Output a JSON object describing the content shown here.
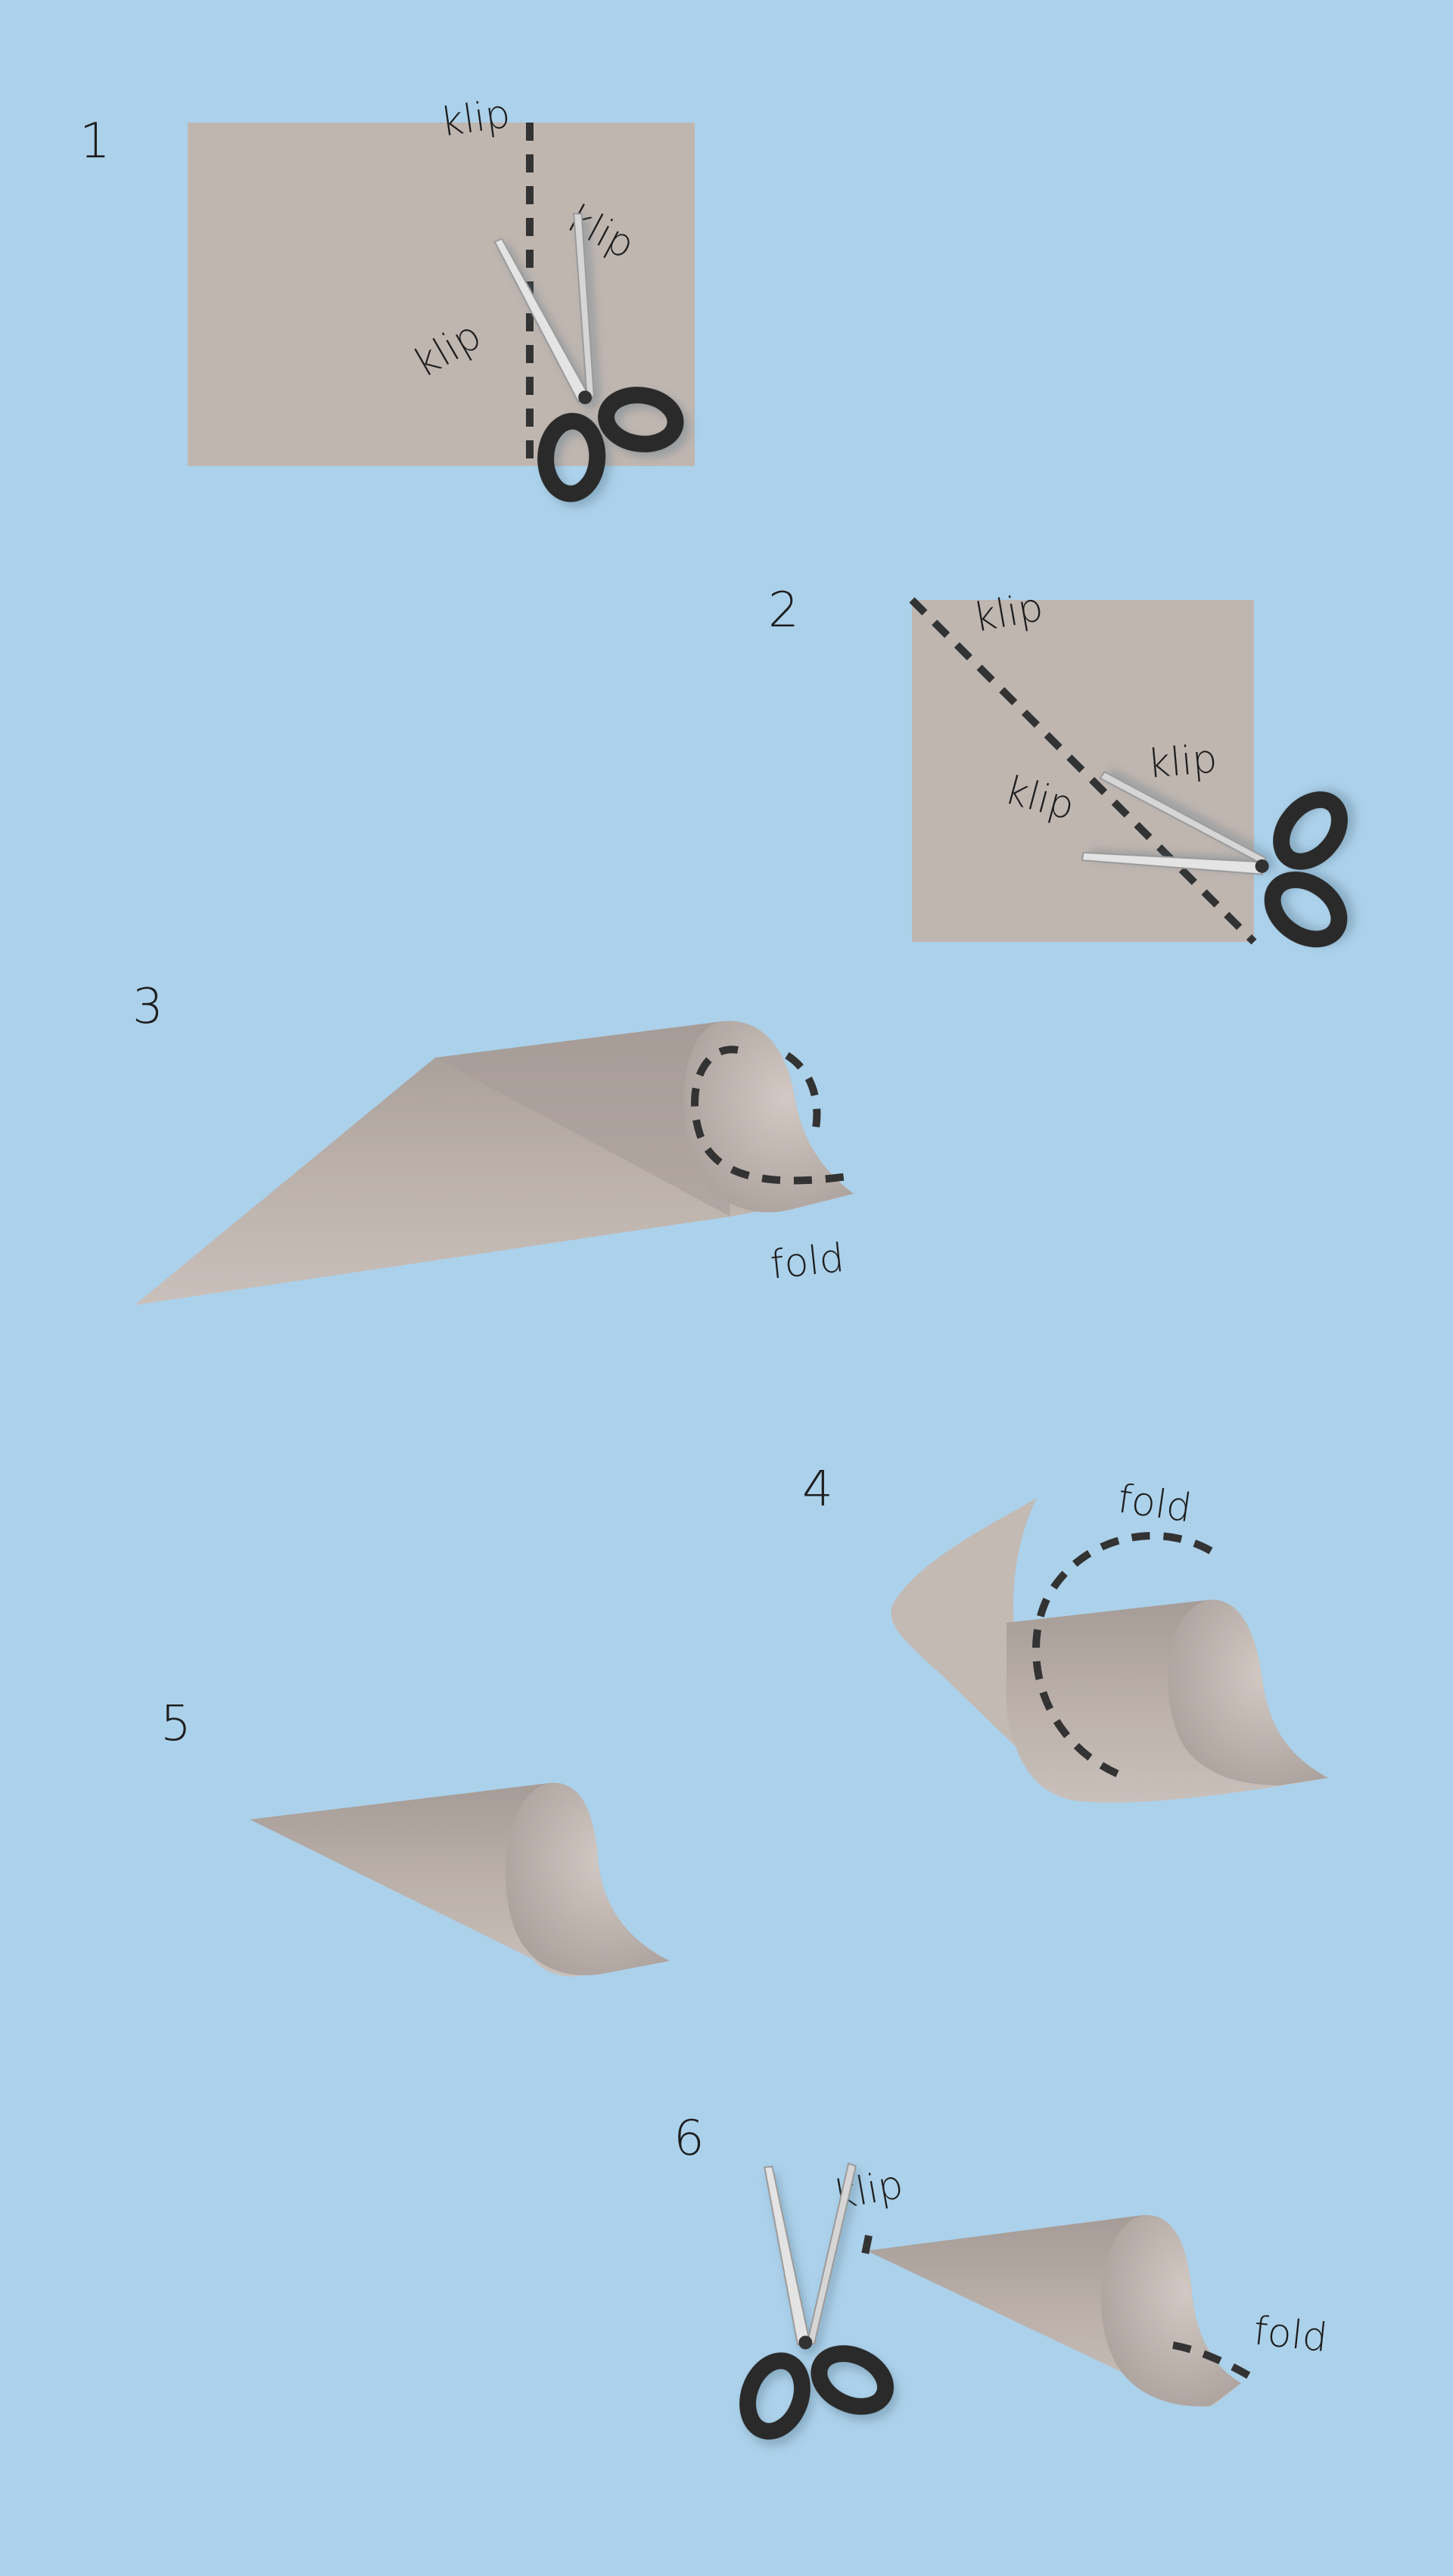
{
  "background_color": "#acd1ea",
  "paper_color": "#c0b6b0",
  "line_color": "#333333",
  "steps": [
    {
      "number": "1",
      "labels": [
        "klip",
        "klip",
        "klip"
      ]
    },
    {
      "number": "2",
      "labels": [
        "klip",
        "klip",
        "klip"
      ]
    },
    {
      "number": "3",
      "labels": [
        "fold"
      ]
    },
    {
      "number": "4",
      "labels": [
        "fold"
      ]
    },
    {
      "number": "5",
      "labels": []
    },
    {
      "number": "6",
      "labels": [
        "klip",
        "fold"
      ]
    }
  ],
  "icons": [
    "scissors-icon",
    "scissors-icon",
    "scissors-icon"
  ]
}
